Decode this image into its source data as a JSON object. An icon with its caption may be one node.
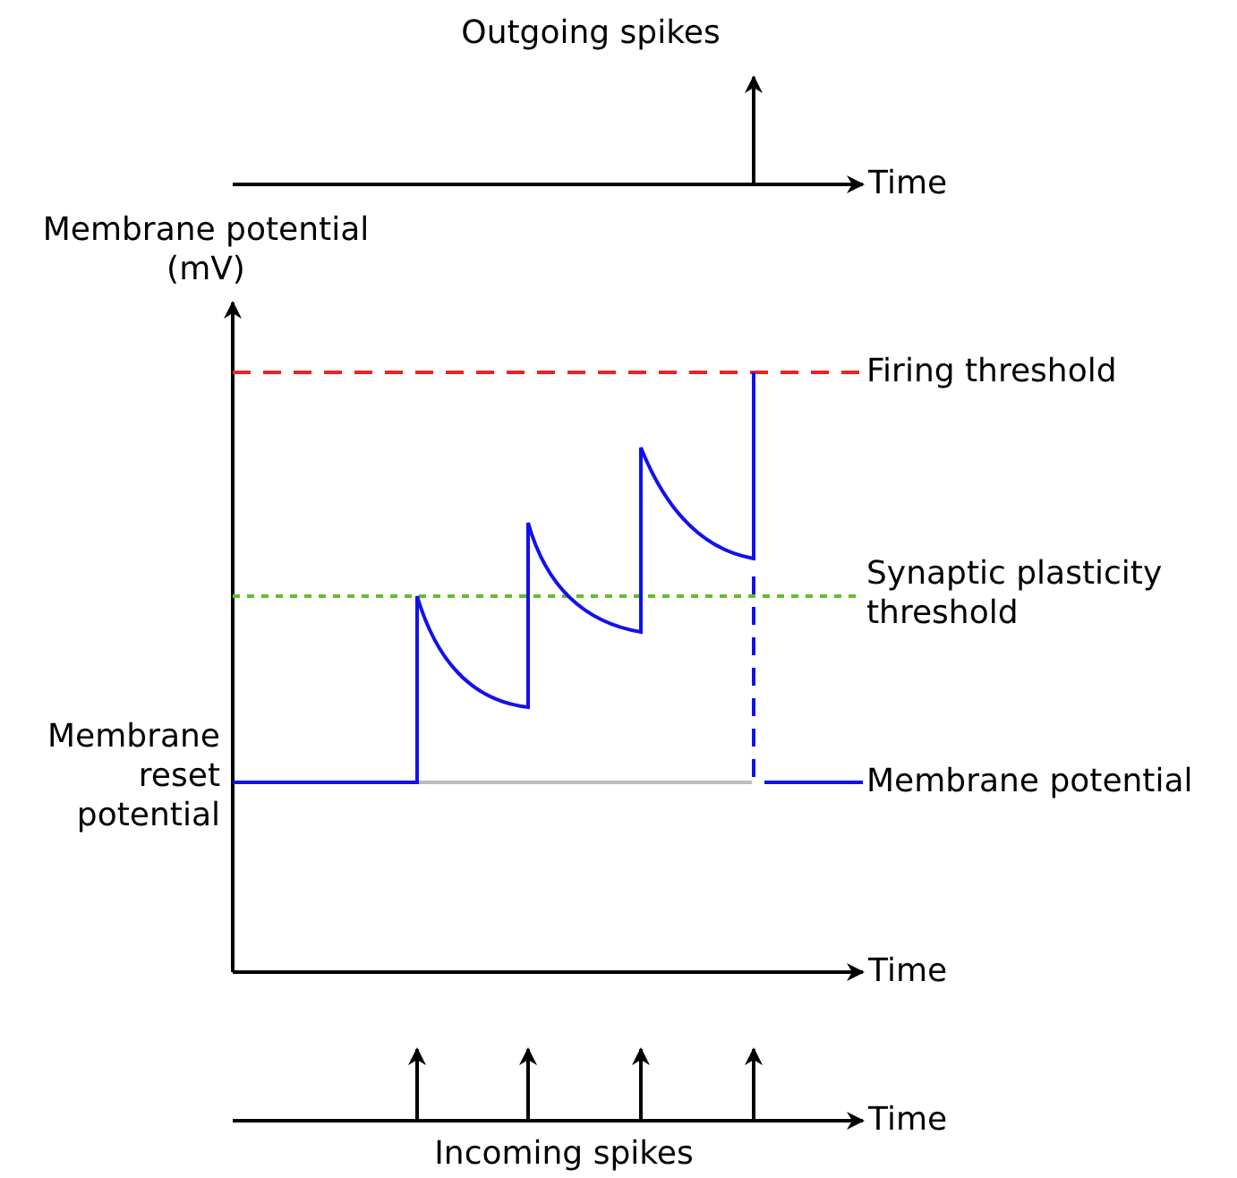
{
  "diagram": {
    "labels": [
      "Outgoing spikes",
      "Time",
      "Membrane potential (mV)",
      "Firing threshold",
      "Synaptic plasticity threshold",
      "Membrane reset potential",
      "Membrane potential",
      "Time",
      "Incoming spikes",
      "Time"
    ]
  }
}
